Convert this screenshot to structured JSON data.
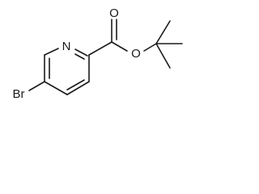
{
  "molecule": {
    "atoms": {
      "ring_n": "N",
      "carbonyl_o": "O",
      "ester_o": "O",
      "bromine": "Br"
    }
  }
}
